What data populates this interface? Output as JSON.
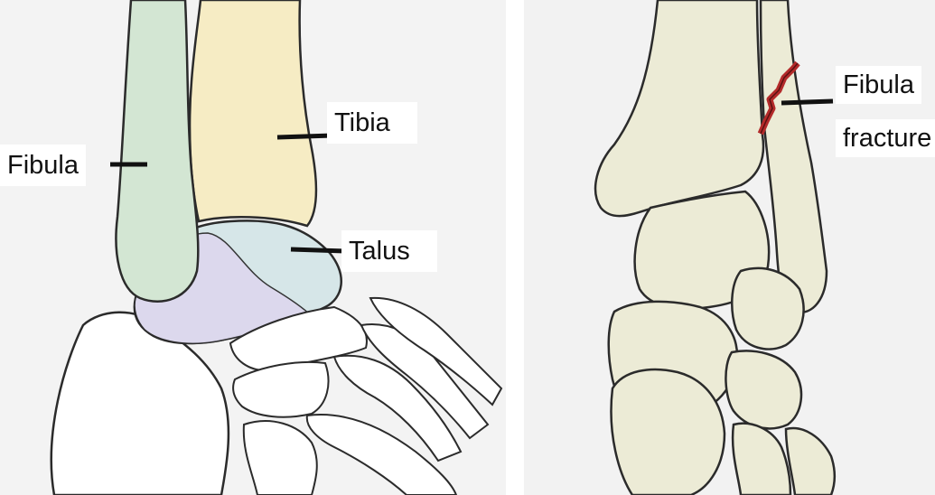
{
  "left_panel": {
    "labels": {
      "fibula": "Fibula",
      "tibia": "Tibia",
      "talus": "Talus"
    }
  },
  "right_panel": {
    "labels": {
      "fibula_fracture_line1": "Fibula",
      "fibula_fracture_line2": "fracture"
    }
  },
  "colors": {
    "fibula": "#d3e6d3",
    "tibia": "#f6ecc4",
    "talus_blue": "#d6e6e8",
    "talus_purple": "#ddd8ee",
    "foot_bone": "#ffffff",
    "bone_right": "#ecebd6",
    "fracture": "#b32a2a",
    "outline": "#2b2b2b"
  }
}
